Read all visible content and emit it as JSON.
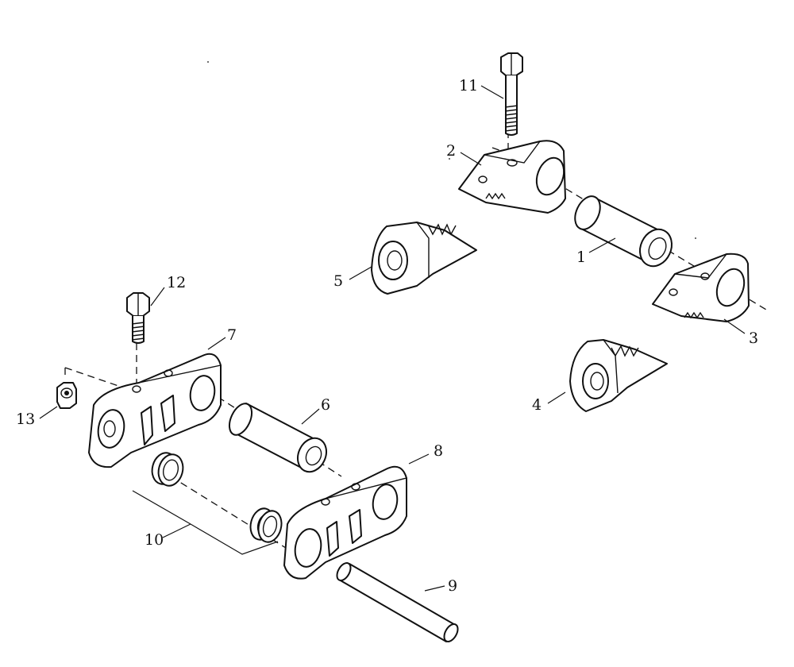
{
  "callouts": {
    "c1": "1",
    "c2": "2",
    "c3": "3",
    "c4": "4",
    "c5": "5",
    "c6": "6",
    "c7": "7",
    "c8": "8",
    "c9": "9",
    "c10": "10",
    "c11": "11",
    "c12": "12",
    "c13": "13"
  }
}
